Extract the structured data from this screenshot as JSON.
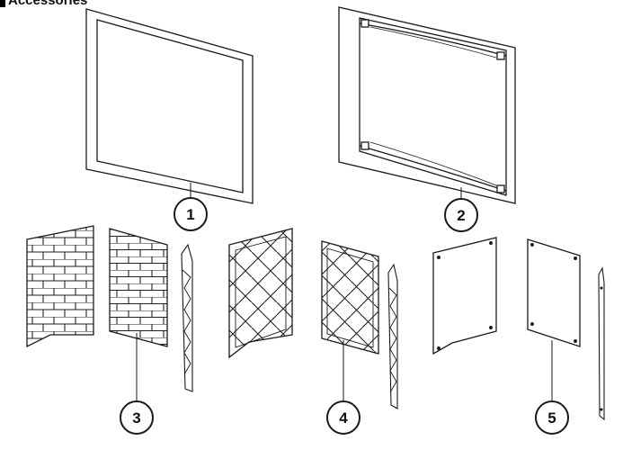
{
  "header": {
    "text": "Accessories"
  },
  "callouts": [
    {
      "id": "1",
      "label": "1"
    },
    {
      "id": "2",
      "label": "2"
    },
    {
      "id": "3",
      "label": "3"
    },
    {
      "id": "4",
      "label": "4"
    },
    {
      "id": "5",
      "label": "5"
    }
  ],
  "colors": {
    "line": "#1a1a1a",
    "fill": "#ffffff",
    "shade": "#e6e6e6",
    "header_bar": "#000000"
  }
}
